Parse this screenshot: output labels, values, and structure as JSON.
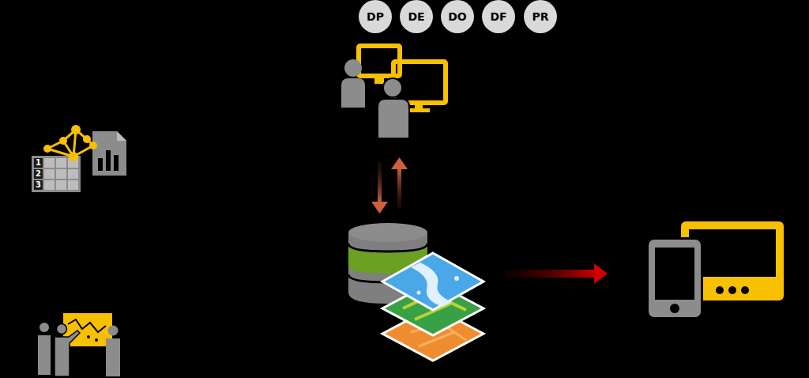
{
  "diagram": {
    "nodes": [
      {
        "text": [
          "DP"
        ]
      },
      {
        "text": [
          "DE"
        ]
      },
      {
        "text": [
          "DO"
        ]
      },
      {
        "text": [
          "DF"
        ]
      },
      {
        "text": [
          "PR"
        ]
      }
    ],
    "labels": [
      "1",
      "2",
      "3"
    ]
  }
}
